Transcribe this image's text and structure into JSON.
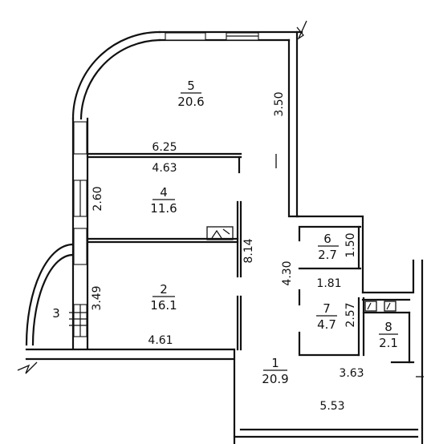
{
  "rooms": [
    {
      "id": "room-1",
      "number": "1",
      "area": "20.9"
    },
    {
      "id": "room-2",
      "number": "2",
      "area": "16.1"
    },
    {
      "id": "room-3",
      "number": "3",
      "area": ""
    },
    {
      "id": "room-4",
      "number": "4",
      "area": "11.6"
    },
    {
      "id": "room-5",
      "number": "5",
      "area": "20.6"
    },
    {
      "id": "room-6",
      "number": "6",
      "area": "2.7"
    },
    {
      "id": "room-7",
      "number": "7",
      "area": "4.7"
    },
    {
      "id": "room-8",
      "number": "8",
      "area": "2.1"
    }
  ],
  "dimensions": {
    "d_3_50": "3.50",
    "d_6_25": "6.25",
    "d_4_63": "4.63",
    "d_2_60": "2.60",
    "d_8_14": "8.14",
    "d_1_50": "1.50",
    "d_4_30": "4.30",
    "d_1_81": "1.81",
    "d_3_49": "3.49",
    "d_2_57": "2.57",
    "d_4_61": "4.61",
    "d_3_63": "3.63",
    "d_5_53": "5.53"
  }
}
